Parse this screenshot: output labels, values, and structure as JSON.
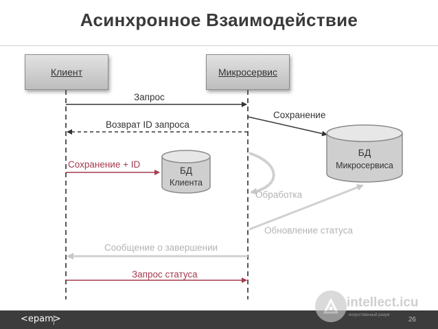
{
  "title": "Асинхронное Взаимодействие",
  "actors": {
    "client": "Клиент",
    "service": "Микросервис"
  },
  "messages": {
    "request": "Запрос",
    "return_id": "Возврат ID запроса",
    "save": "Сохранение",
    "save_id": "Сохранение + ID",
    "processing": "Обработка",
    "status_update": "Обновление статуса",
    "completion": "Сообщение о завершении",
    "status_request": "Запрос статуса"
  },
  "databases": {
    "service_db": {
      "line1": "БД",
      "line2": "Микросервиса"
    },
    "client_db": {
      "line1": "БД",
      "line2": "Клиента"
    }
  },
  "footer": {
    "logo": "<epam>",
    "page": "26"
  },
  "watermark": {
    "text": "intellect.icu",
    "sub": "искусственный разум"
  },
  "colors": {
    "red": "#a33a4f",
    "grey": "#b3b3b3",
    "dark": "#333333"
  }
}
